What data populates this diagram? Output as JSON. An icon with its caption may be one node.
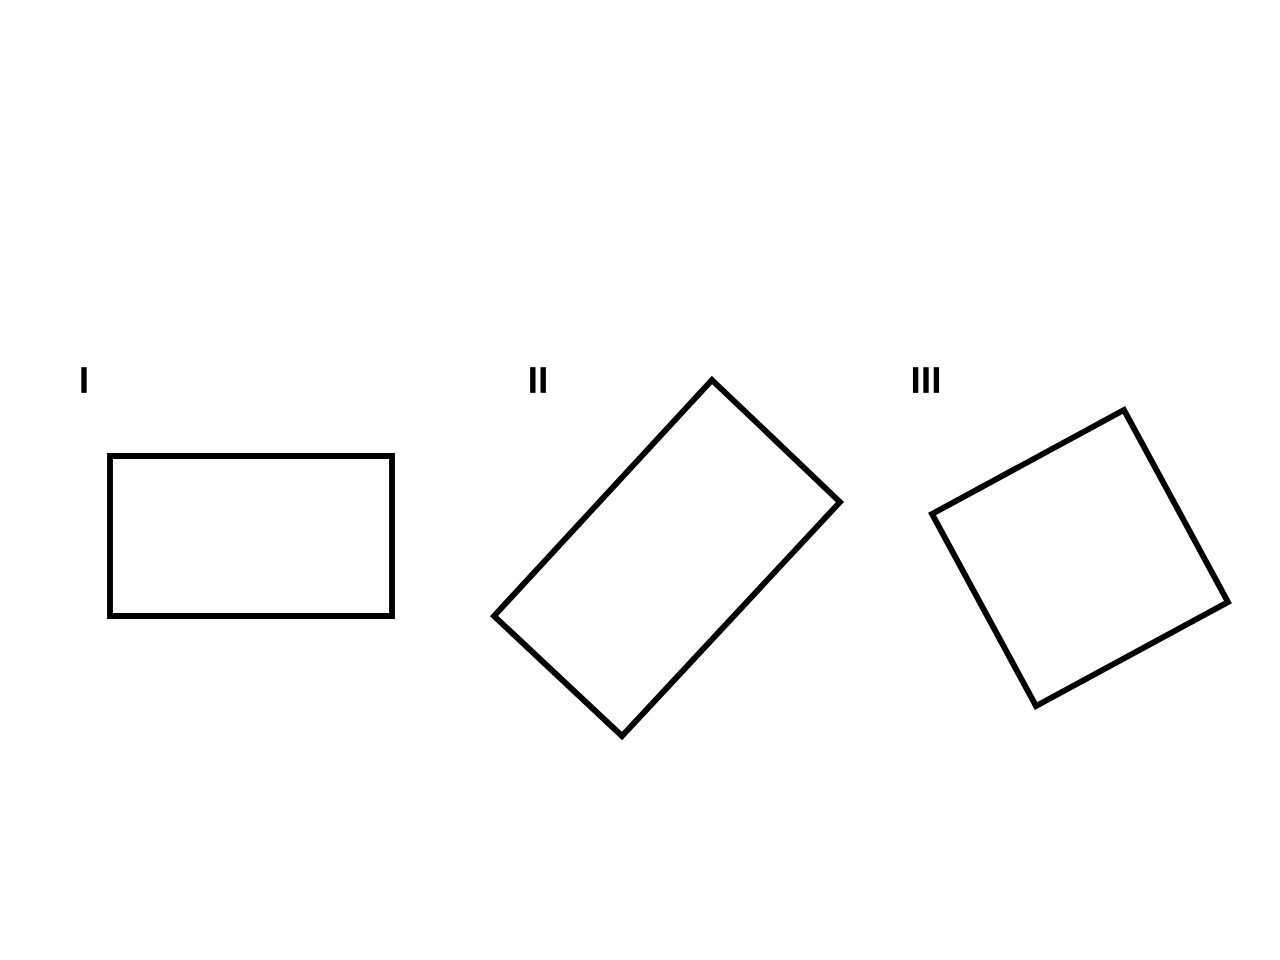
{
  "diagram": {
    "nodes": [
      {
        "text": [
          "I"
        ]
      },
      {
        "text": [
          "II"
        ]
      },
      {
        "text": [
          "III"
        ]
      }
    ]
  }
}
